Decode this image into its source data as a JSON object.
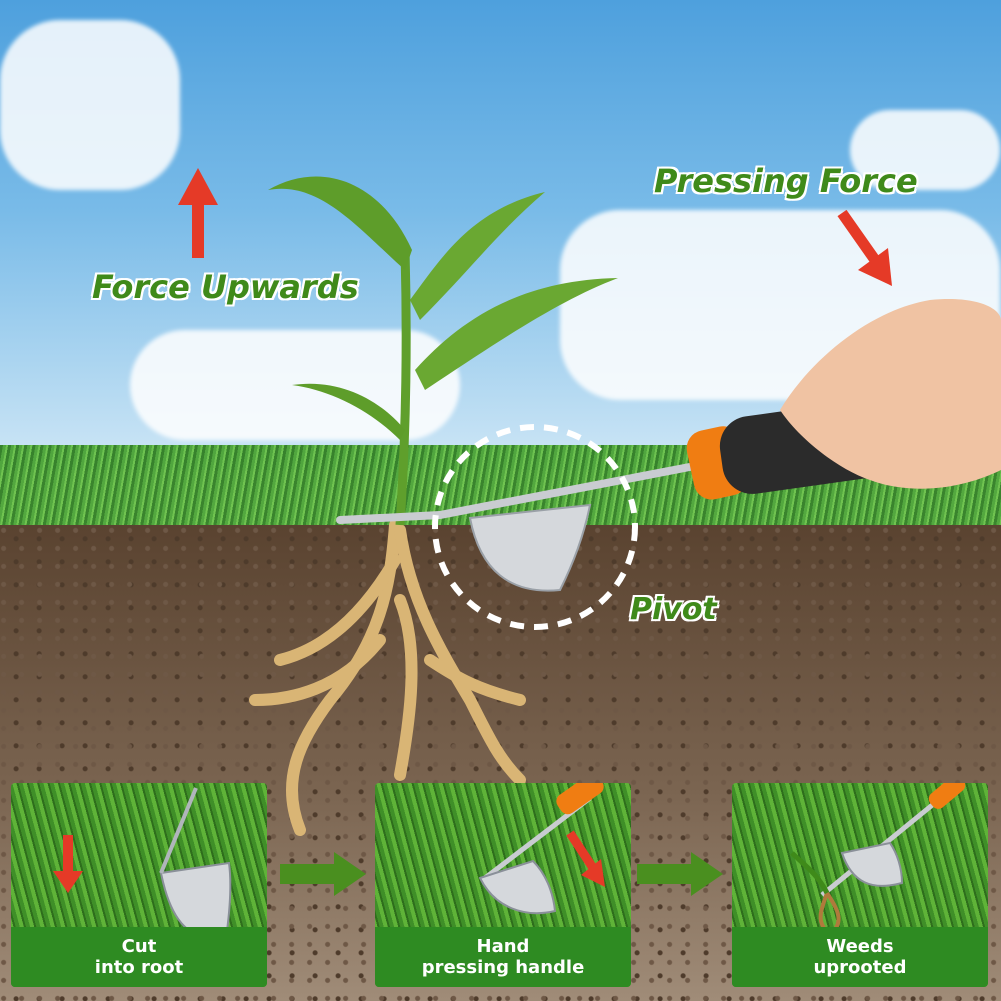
{
  "labels": {
    "force_upwards": "Force Upwards",
    "pressing_force": "Pressing Force",
    "pivot": "Pivot"
  },
  "steps": [
    {
      "line1": "Cut",
      "line2": "into root"
    },
    {
      "line1": "Hand",
      "line2": "pressing handle"
    },
    {
      "line1": "Weeds",
      "line2": "uprooted"
    }
  ],
  "colors": {
    "label_green": "#3f8a1a",
    "arrow_red": "#e53a27",
    "step_green": "#2e8b22",
    "handle_orange": "#f07d12"
  },
  "icons": [
    "up-arrow-icon",
    "down-arrow-icon",
    "right-arrow-icon"
  ]
}
